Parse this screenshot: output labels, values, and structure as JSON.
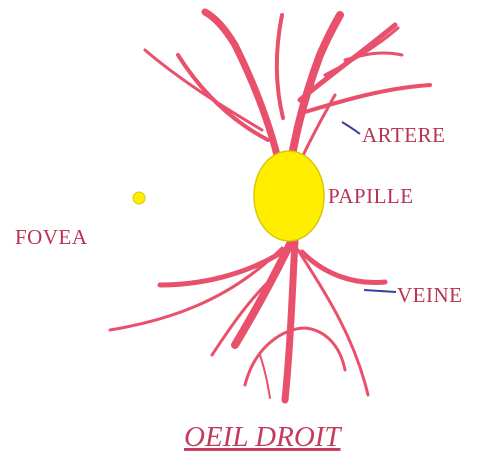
{
  "labels": {
    "artery": "ARTERE",
    "papilla": "PAPILLE",
    "fovea": "FOVEA",
    "vein": "VEINE"
  },
  "title": "OEIL DROIT",
  "colors": {
    "vessel": "#e8506b",
    "papilla_fill": "#ffee00",
    "papilla_stroke": "#d9c800",
    "label_text": "#b73355",
    "leader_line": "#3d3d9e",
    "title_text": "#c53b5e"
  }
}
